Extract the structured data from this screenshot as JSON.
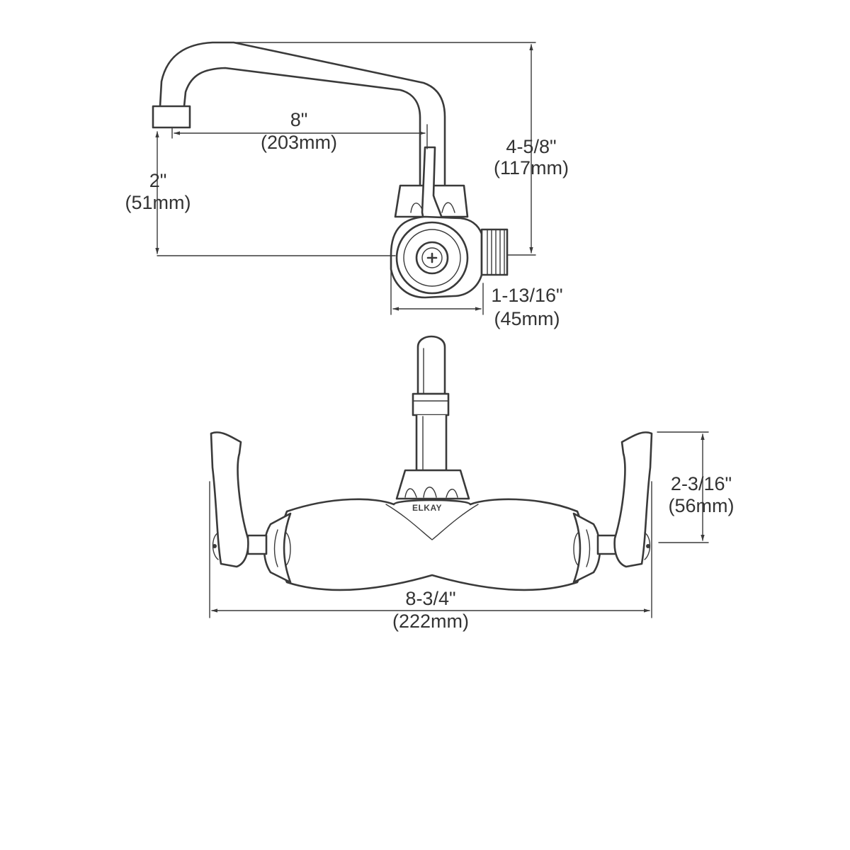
{
  "brand": {
    "name": "ELKAY"
  },
  "side_view": {
    "spout_reach": {
      "imperial": "8\"",
      "metric": "(203mm)"
    },
    "outlet_clearance": {
      "imperial": "2\"",
      "metric": "(51mm)"
    },
    "spout_height": {
      "imperial": "4-5/8\"",
      "metric": "(117mm)"
    },
    "body_depth": {
      "imperial": "1-13/16\"",
      "metric": "(45mm)"
    }
  },
  "front_view": {
    "handle_height": {
      "imperial": "2-3/16\"",
      "metric": "(56mm)"
    },
    "overall_width": {
      "imperial": "8-3/4\"",
      "metric": "(222mm)"
    }
  },
  "colors": {
    "line": "#3a3a3a",
    "text": "#333333",
    "background": "#ffffff"
  }
}
